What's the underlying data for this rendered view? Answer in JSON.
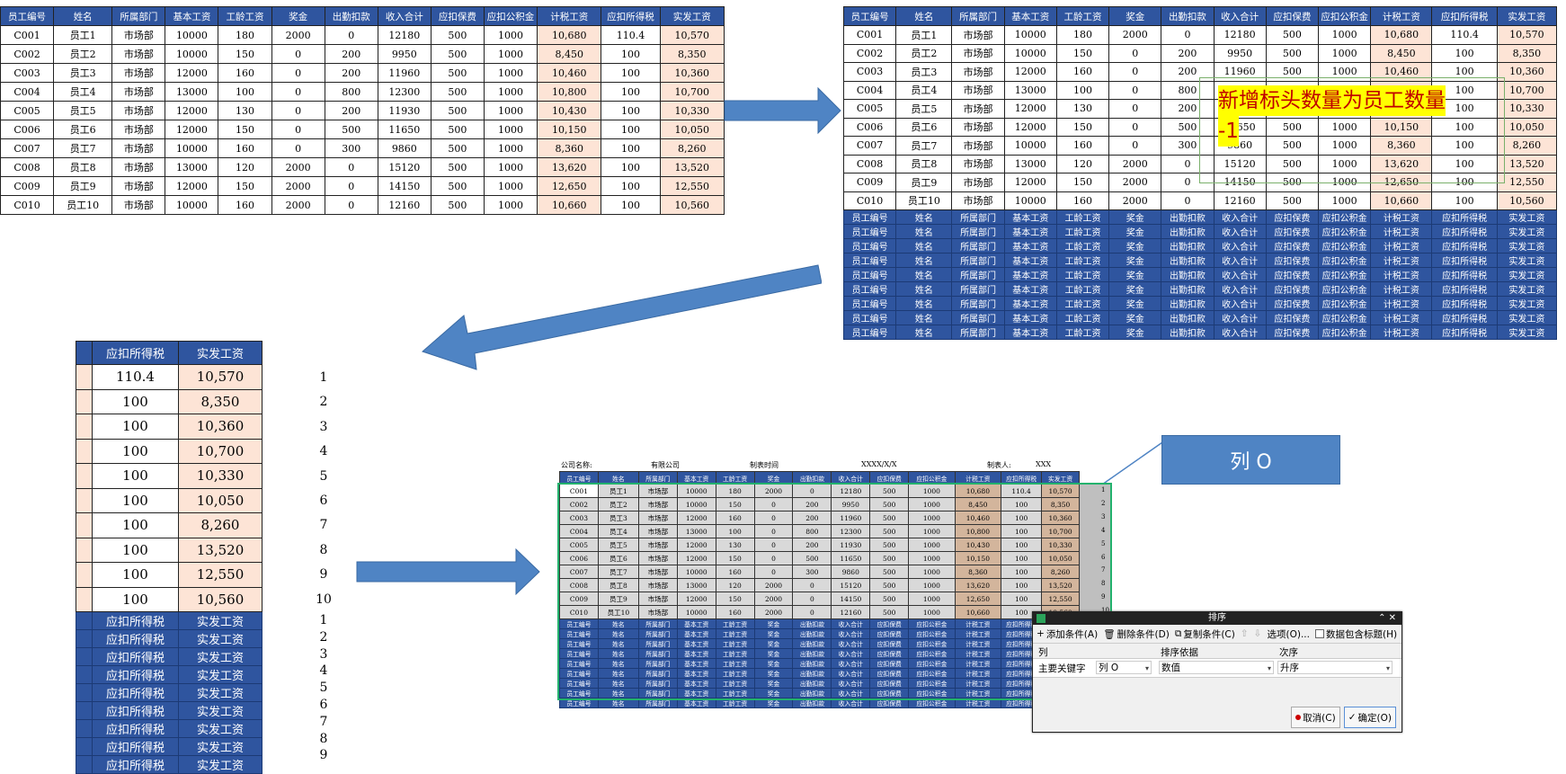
{
  "headers": [
    "员工编号",
    "姓名",
    "所属部门",
    "基本工资",
    "工龄工资",
    "奖金",
    "出勤扣款",
    "收入合计",
    "应扣保费",
    "应扣公积金",
    "计税工资",
    "应扣所得税",
    "实发工资"
  ],
  "rows": [
    [
      "C001",
      "员工1",
      "市场部",
      "10000",
      "180",
      "2000",
      "0",
      "12180",
      "500",
      "1000",
      "10,680",
      "110.4",
      "10,570"
    ],
    [
      "C002",
      "员工2",
      "市场部",
      "10000",
      "150",
      "0",
      "200",
      "9950",
      "500",
      "1000",
      "8,450",
      "100",
      "8,350"
    ],
    [
      "C003",
      "员工3",
      "市场部",
      "12000",
      "160",
      "0",
      "200",
      "11960",
      "500",
      "1000",
      "10,460",
      "100",
      "10,360"
    ],
    [
      "C004",
      "员工4",
      "市场部",
      "13000",
      "100",
      "0",
      "800",
      "12300",
      "500",
      "1000",
      "10,800",
      "100",
      "10,700"
    ],
    [
      "C005",
      "员工5",
      "市场部",
      "12000",
      "130",
      "0",
      "200",
      "11930",
      "500",
      "1000",
      "10,430",
      "100",
      "10,330"
    ],
    [
      "C006",
      "员工6",
      "市场部",
      "12000",
      "150",
      "0",
      "500",
      "11650",
      "500",
      "1000",
      "10,150",
      "100",
      "10,050"
    ],
    [
      "C007",
      "员工7",
      "市场部",
      "10000",
      "160",
      "0",
      "300",
      "9860",
      "500",
      "1000",
      "8,360",
      "100",
      "8,260"
    ],
    [
      "C008",
      "员工8",
      "市场部",
      "13000",
      "120",
      "2000",
      "0",
      "15120",
      "500",
      "1000",
      "13,620",
      "100",
      "13,520"
    ],
    [
      "C009",
      "员工9",
      "市场部",
      "12000",
      "150",
      "2000",
      "0",
      "14150",
      "500",
      "1000",
      "12,650",
      "100",
      "12,550"
    ],
    [
      "C010",
      "员工10",
      "市场部",
      "10000",
      "160",
      "2000",
      "0",
      "12160",
      "500",
      "1000",
      "10,660",
      "100",
      "10,560"
    ]
  ],
  "callout": {
    "line1": "新增标头数量为员工数量",
    "line2": "-1"
  },
  "col_label": "列 O",
  "serial_numbers": [
    "1",
    "2",
    "3",
    "4",
    "5",
    "6",
    "7",
    "8",
    "9",
    "10"
  ],
  "repeat_numbers": [
    "1",
    "2",
    "3",
    "4",
    "5",
    "6",
    "7",
    "8",
    "9"
  ],
  "mini_header": {
    "company_label": "公司名称:",
    "company_value": "有限公司",
    "date_label": "制表时间",
    "date_value": "XXXX/X/X",
    "maker_label": "制表人:",
    "maker_value": "XXX"
  },
  "sort_dialog": {
    "title": "排序",
    "add_condition": "添加条件(A)",
    "delete_condition": "删除条件(D)",
    "copy_condition": "复制条件(C)",
    "options": "选项(O)...",
    "has_header": "数据包含标题(H)",
    "col_header": "列",
    "basis_header": "排序依据",
    "order_header": "次序",
    "primary_key": "主要关键字",
    "column_value": "列 O",
    "basis_value": "数值",
    "order_value": "升序",
    "cancel": "取消(C)",
    "ok": "确定(O)"
  },
  "colors": {
    "header_blue": "#2f559f",
    "pink": "#fde4d6",
    "arrow_blue": "#4f84c4",
    "callout_red": "#c00000"
  }
}
